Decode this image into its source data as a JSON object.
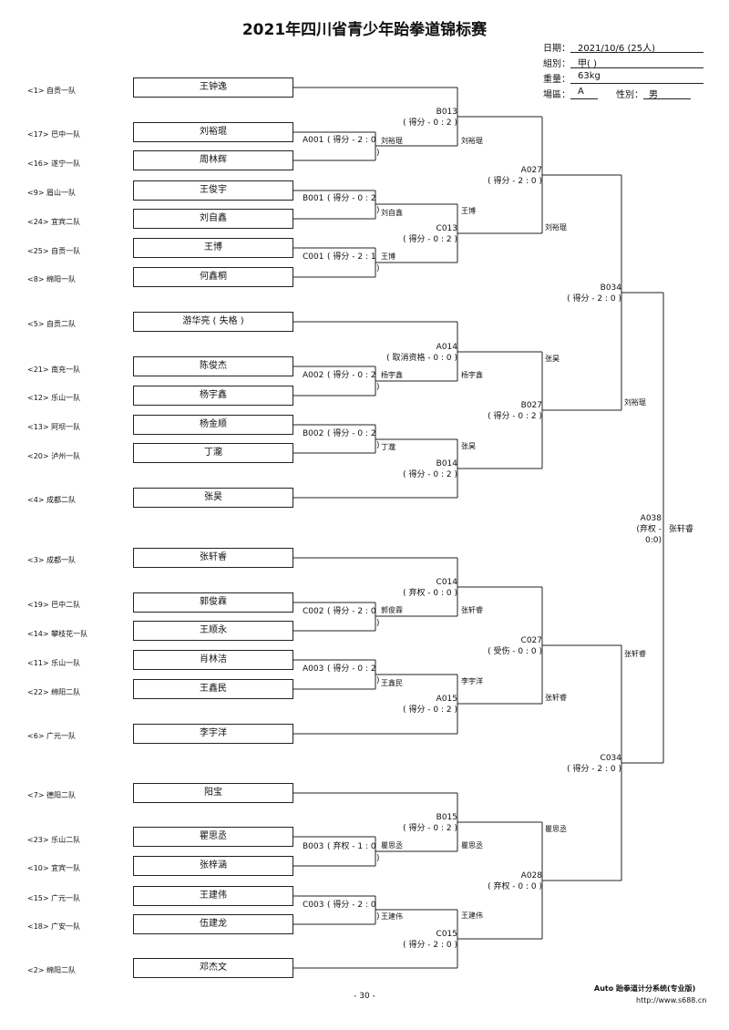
{
  "title": "2021年四川省青少年跆拳道锦标赛",
  "info": {
    "date_label": "日期：",
    "date_value": "2021/10/6  (25人)",
    "group_label": "組別：",
    "group_value": "甲(  )",
    "weight_label": "重量：",
    "weight_value": "63kg",
    "court_label": "場區：",
    "court_value": "A",
    "gender_label": "性別：",
    "gender_value": "男"
  },
  "players": [
    {
      "seed": "<1> 自贡一队",
      "name": "王钟逸"
    },
    {
      "seed": "<17> 巴中一队",
      "name": "刘裕琨"
    },
    {
      "seed": "<16> 遂宁一队",
      "name": "周林辉"
    },
    {
      "seed": "<9> 眉山一队",
      "name": "王俊宇"
    },
    {
      "seed": "<24> 宜宾二队",
      "name": "刘自鑫"
    },
    {
      "seed": "<25> 自贡一队",
      "name": "王博"
    },
    {
      "seed": "<8> 绵阳一队",
      "name": "何鑫桐"
    },
    {
      "seed": "<5> 自贡二队",
      "name": "游华亮 ( 失格 )"
    },
    {
      "seed": "<21> 南充一队",
      "name": "陈俊杰"
    },
    {
      "seed": "<12> 乐山一队",
      "name": "杨宇鑫"
    },
    {
      "seed": "<13> 阿坝一队",
      "name": "杨金顺"
    },
    {
      "seed": "<20> 泸州一队",
      "name": "丁瀧"
    },
    {
      "seed": "<4> 成都二队",
      "name": "张昊"
    },
    {
      "seed": "<3> 成都一队",
      "name": "张轩睿"
    },
    {
      "seed": "<19> 巴中二队",
      "name": "郭俊霖"
    },
    {
      "seed": "<14> 攀枝花一队",
      "name": "王顺永"
    },
    {
      "seed": "<11> 乐山一队",
      "name": "肖林洁"
    },
    {
      "seed": "<22> 绵阳二队",
      "name": "王鑫民"
    },
    {
      "seed": "<6> 广元一队",
      "name": "李宇洋"
    },
    {
      "seed": "<7> 德阳二队",
      "name": "阳宝"
    },
    {
      "seed": "<23> 乐山二队",
      "name": "瞿思丞"
    },
    {
      "seed": "<10> 宜宾一队",
      "name": "张梓涵"
    },
    {
      "seed": "<15> 广元一队",
      "name": "王建伟"
    },
    {
      "seed": "<18> 广安一队",
      "name": "伍建龙"
    },
    {
      "seed": "<2> 绵阳二队",
      "name": "邓杰文"
    }
  ],
  "matches": {
    "A001": {
      "code": "A001",
      "score": "( 得分 - 2 : 0",
      "close": ")",
      "winner": "刘裕琨"
    },
    "B001": {
      "code": "B001",
      "score": "( 得分 - 0 : 2",
      "close": ")",
      "winner": "刘自鑫"
    },
    "C001": {
      "code": "C001",
      "score": "( 得分 - 2 : 1",
      "close": ")",
      "winner": "王博"
    },
    "A002": {
      "code": "A002",
      "score": "( 得分 - 0 : 2",
      "close": ")",
      "winner": "杨宇鑫"
    },
    "B002": {
      "code": "B002",
      "score": "( 得分 - 0 : 2",
      "close": ")",
      "winner": "丁瀧"
    },
    "C002": {
      "code": "C002",
      "score": "( 得分 - 2 : 0",
      "close": ")",
      "winner": "郭俊霖"
    },
    "A003": {
      "code": "A003",
      "score": "( 得分 - 0 : 2",
      "close": ")",
      "winner": "王鑫民"
    },
    "B003": {
      "code": "B003",
      "score": "( 弃权 - 1 : 0",
      "close": ")",
      "winner": "瞿思丞"
    },
    "C003": {
      "code": "C003",
      "score": "( 得分 - 2 : 0",
      "close": ")",
      "winner": "王建伟"
    },
    "B013": {
      "code": "B013",
      "score": "( 得分 - 0 : 2 )",
      "winner": "刘裕琨"
    },
    "C013": {
      "code": "C013",
      "score": "( 得分 - 0 : 2 )",
      "winner": "王博"
    },
    "A014": {
      "code": "A014",
      "score": "( 取消资格 - 0 : 0 )",
      "winner": "杨宇鑫"
    },
    "B014": {
      "code": "B014",
      "score": "( 得分 - 0 : 2 )",
      "winner": "张昊"
    },
    "C014": {
      "code": "C014",
      "score": "( 弃权 - 0 : 0 )",
      "winner": "张轩睿"
    },
    "A015": {
      "code": "A015",
      "score": "( 得分 - 0 : 2 )",
      "winner": "李宇洋"
    },
    "B015": {
      "code": "B015",
      "score": "( 得分 - 0 : 2 )",
      "winner": "瞿思丞"
    },
    "C015": {
      "code": "C015",
      "score": "( 得分 - 2 : 0 )",
      "winner": "王建伟"
    },
    "A027": {
      "code": "A027",
      "score": "( 得分 - 2 : 0 )",
      "winner": "刘裕琨"
    },
    "B027": {
      "code": "B027",
      "score": "( 得分 - 0 : 2 )",
      "winner": "张昊"
    },
    "C027": {
      "code": "C027",
      "score": "( 受伤 - 0 : 0 )",
      "winner": "张轩睿"
    },
    "A028": {
      "code": "A028",
      "score": "( 弃权 - 0 : 0 )",
      "winner": "瞿思丞"
    },
    "B034": {
      "code": "B034",
      "score": "( 得分 - 2 : 0 )",
      "winner": "刘裕琨"
    },
    "C034": {
      "code": "C034",
      "score": "( 得分 - 2 : 0 )",
      "winner": "张轩睿"
    },
    "A038": {
      "code": "A038",
      "score_line1": "(弃权 -",
      "score_line2": "0:0)",
      "winner": "张轩睿"
    }
  },
  "footer": {
    "software": "Auto 跆拳道计分系统(专业版)",
    "url": "http://www.s688.cn",
    "page": "- 30 -"
  }
}
